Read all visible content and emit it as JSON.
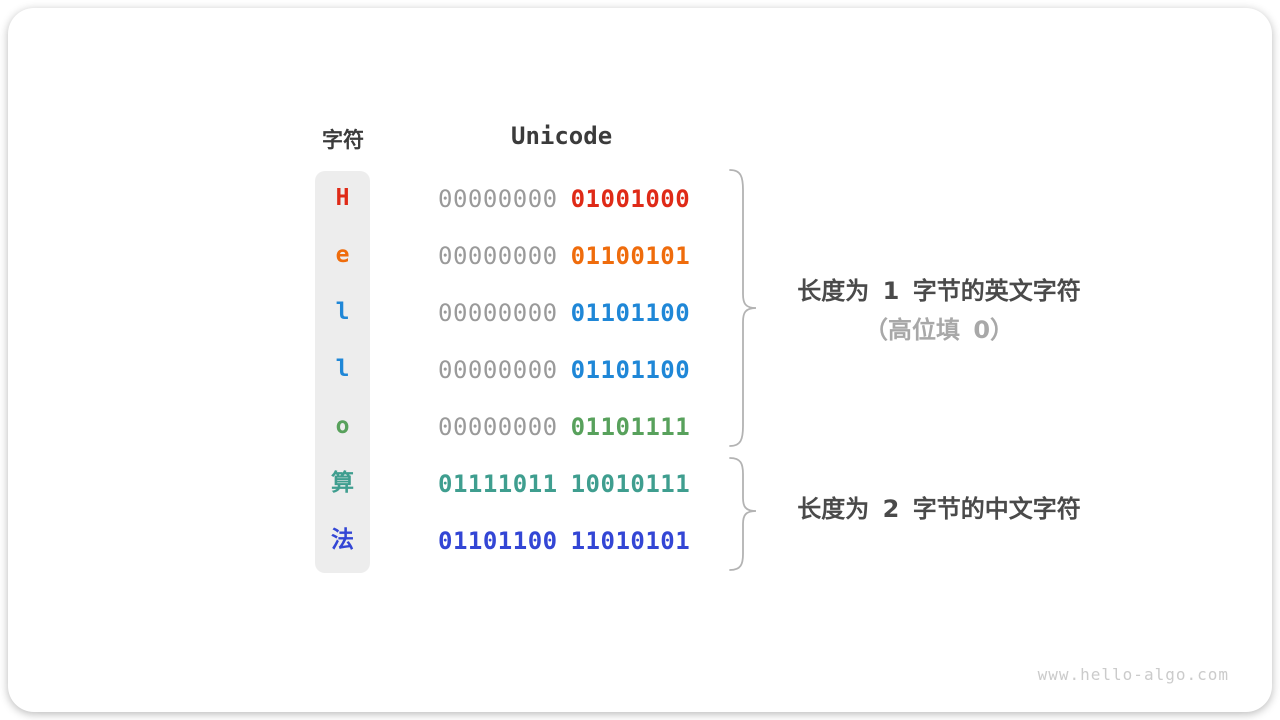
{
  "diagram": {
    "headers": {
      "char": "字符",
      "unicode": "Unicode"
    },
    "rows": [
      {
        "char": "H",
        "char_color": "#df2a17",
        "bytes": [
          {
            "text": "00000000",
            "color": "#9a9a9a"
          },
          {
            "text": "01001000",
            "color": "#df2a17"
          }
        ]
      },
      {
        "char": "e",
        "char_color": "#ef6c0c",
        "bytes": [
          {
            "text": "00000000",
            "color": "#9a9a9a"
          },
          {
            "text": "01100101",
            "color": "#ef6c0c"
          }
        ]
      },
      {
        "char": "l",
        "char_color": "#1f87d7",
        "bytes": [
          {
            "text": "00000000",
            "color": "#9a9a9a"
          },
          {
            "text": "01101100",
            "color": "#1f87d7"
          }
        ]
      },
      {
        "char": "l",
        "char_color": "#1f87d7",
        "bytes": [
          {
            "text": "00000000",
            "color": "#9a9a9a"
          },
          {
            "text": "01101100",
            "color": "#1f87d7"
          }
        ]
      },
      {
        "char": "o",
        "char_color": "#58a15c",
        "bytes": [
          {
            "text": "00000000",
            "color": "#9a9a9a"
          },
          {
            "text": "01101111",
            "color": "#58a15c"
          }
        ]
      },
      {
        "char": "算",
        "char_color": "#3f9e8f",
        "bytes": [
          {
            "text": "01111011",
            "color": "#3f9e8f"
          },
          {
            "text": "10010111",
            "color": "#3f9e8f"
          }
        ]
      },
      {
        "char": "法",
        "char_color": "#3346d5",
        "bytes": [
          {
            "text": "01101100",
            "color": "#3346d5"
          },
          {
            "text": "11010101",
            "color": "#3346d5"
          }
        ]
      }
    ],
    "annotations": [
      {
        "line1": "长度为 1 字节的英文字符",
        "line2": "（高位填 0）"
      },
      {
        "line1": "长度为 2 字节的中文字符"
      }
    ],
    "watermark": "www.hello-algo.com",
    "colors": {
      "muted_byte": "#9a9a9a",
      "brace": "#b3b3b3",
      "annotation_primary": "#4a4a4a",
      "annotation_secondary": "#a8a8a8",
      "char_cell_bg": "#ededed",
      "header_text": "#3b3b3b"
    }
  }
}
